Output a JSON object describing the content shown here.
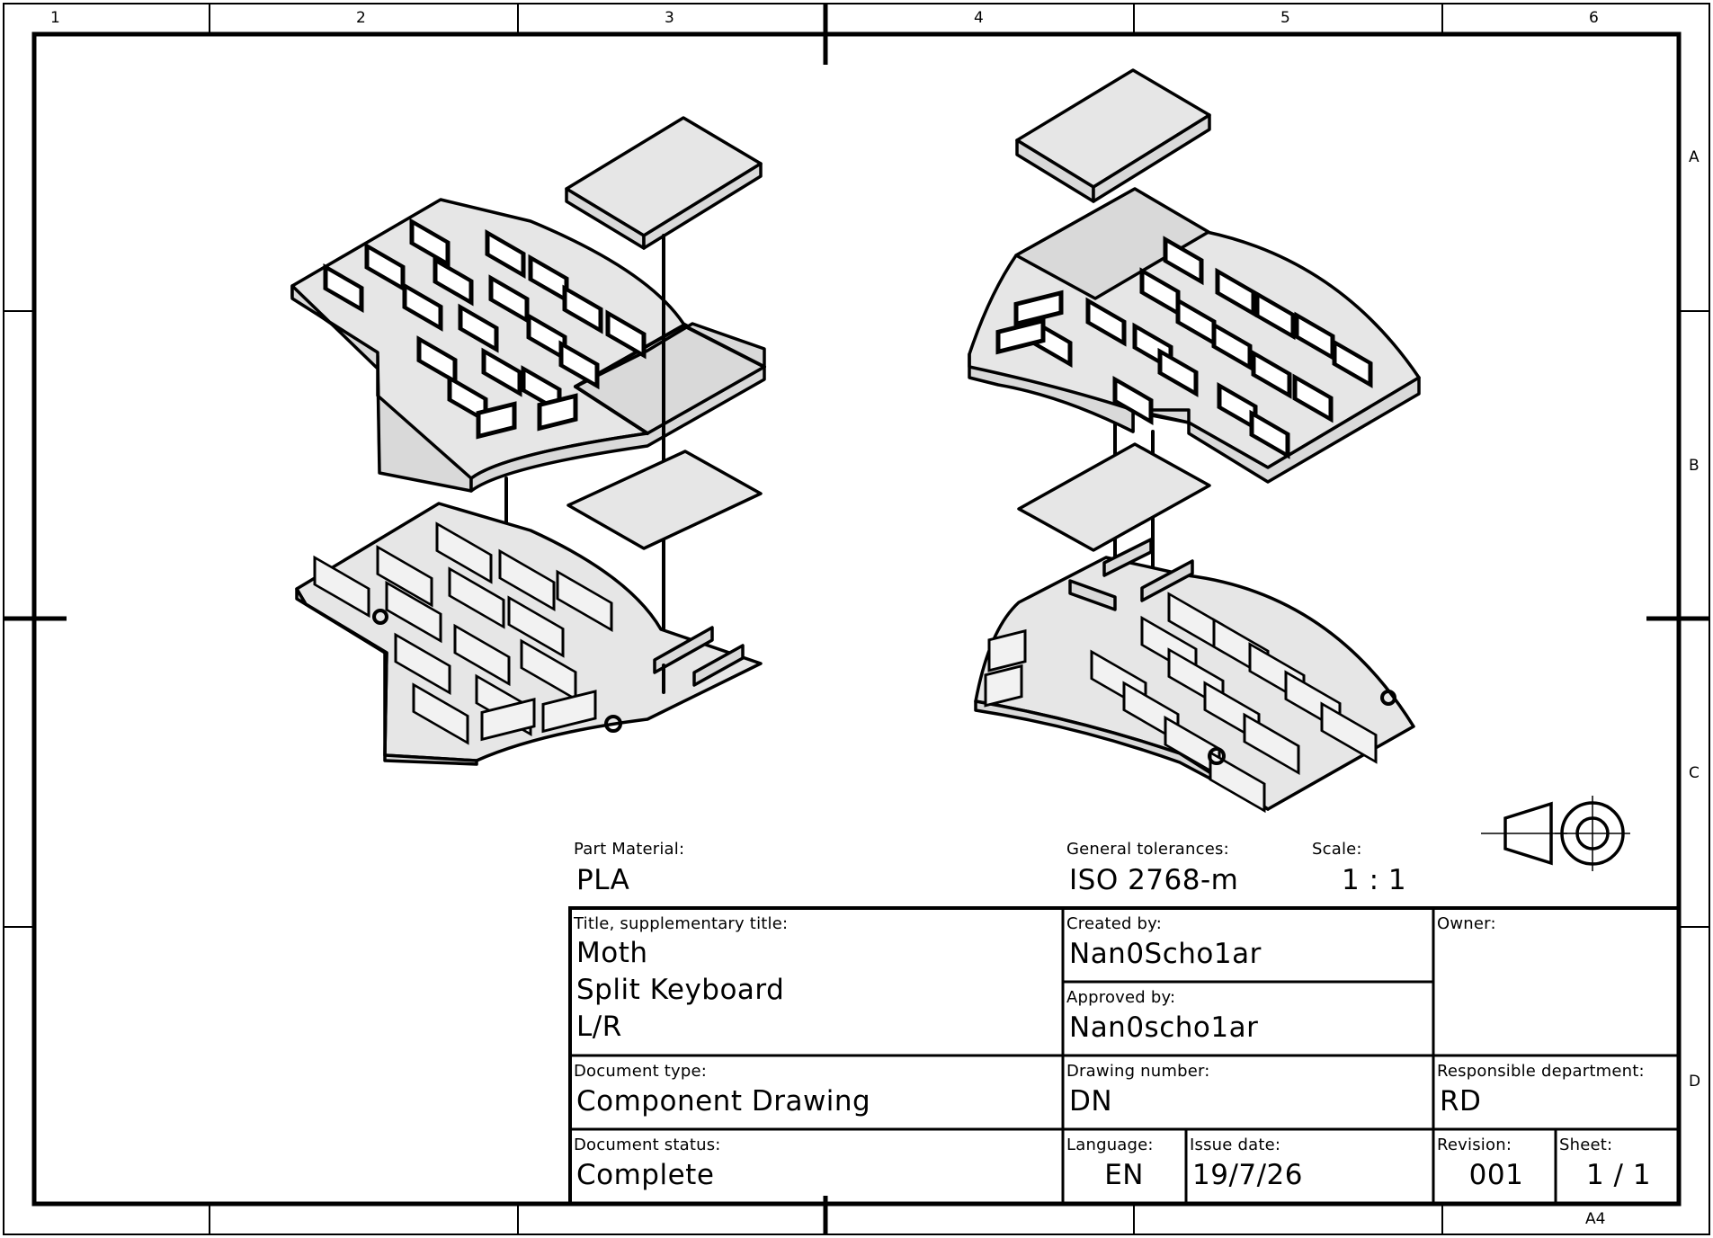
{
  "frame": {
    "column_labels": [
      "1",
      "2",
      "3",
      "4",
      "5",
      "6"
    ],
    "row_labels": [
      "A",
      "B",
      "C",
      "D"
    ],
    "paper_size": "A4"
  },
  "part_material": {
    "label": "Part Material:",
    "value": "PLA"
  },
  "general_tolerances": {
    "label": "General tolerances:",
    "value": "ISO 2768-m"
  },
  "scale": {
    "label": "Scale:",
    "value": "1 : 1"
  },
  "title_block": {
    "title_label": "Title, supplementary title:",
    "title_lines": [
      "Moth",
      "Split Keyboard",
      "L/R"
    ],
    "created_by_label": "Created by:",
    "created_by": "Nan0Scho1ar",
    "approved_by_label": "Approved by:",
    "approved_by": "Nan0scho1ar",
    "owner_label": "Owner:",
    "owner": "",
    "document_type_label": "Document type:",
    "document_type": "Component Drawing",
    "drawing_number_label": "Drawing number:",
    "drawing_number": "DN",
    "responsible_department_label": "Responsible department:",
    "responsible_department": "RD",
    "document_status_label": "Document status:",
    "document_status": "Complete",
    "language_label": "Language:",
    "language": "EN",
    "issue_date_label": "Issue date:",
    "issue_date": "19/7/26",
    "revision_label": "Revision:",
    "revision": "001",
    "sheet_label": "Sheet:",
    "sheet": "1 / 1"
  },
  "views": [
    {
      "name": "left-half-exploded-isometric"
    },
    {
      "name": "right-half-exploded-isometric"
    }
  ],
  "projection_symbol": "first-angle-projection-icon"
}
